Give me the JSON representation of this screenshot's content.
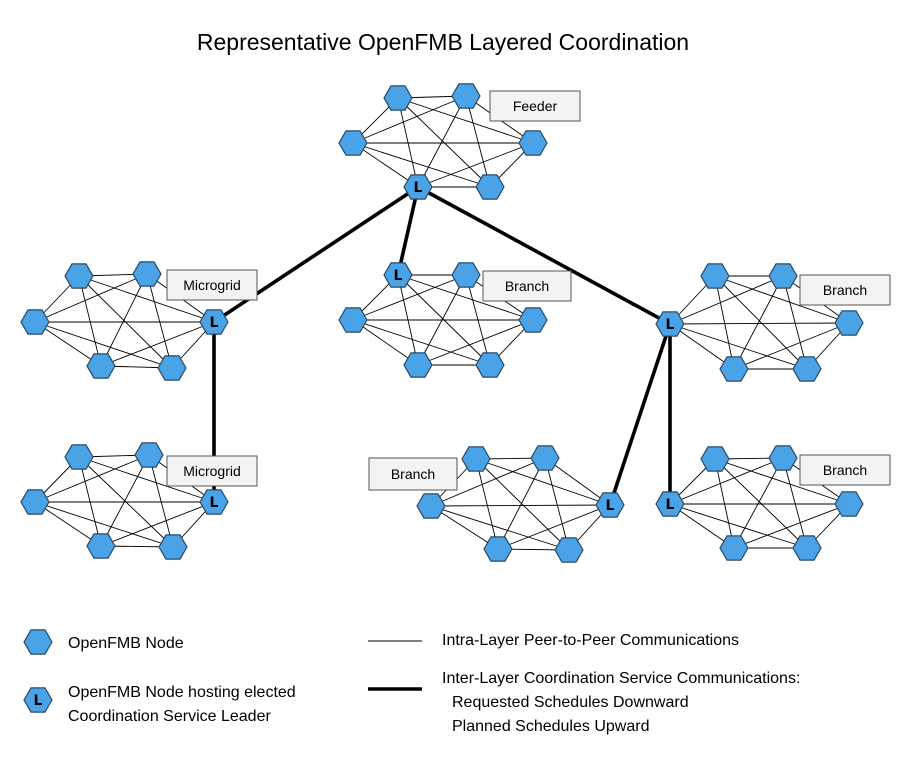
{
  "title": "Representative OpenFMB Layered Coordination",
  "leader_marker": "L",
  "clusters": [
    {
      "id": "feeder",
      "label": "Feeder"
    },
    {
      "id": "microgrid1",
      "label": "Microgrid"
    },
    {
      "id": "branch1",
      "label": "Branch"
    },
    {
      "id": "branch2",
      "label": "Branch"
    },
    {
      "id": "microgrid2",
      "label": "Microgrid"
    },
    {
      "id": "branch3",
      "label": "Branch"
    },
    {
      "id": "branch4",
      "label": "Branch"
    }
  ],
  "legend": {
    "node_label": "OpenFMB Node",
    "leader_label_line1": "OpenFMB Node hosting elected",
    "leader_label_line2": "Coordination Service Leader",
    "intra_label": "Intra-Layer Peer-to-Peer Communications",
    "inter_label_line1": "Inter-Layer Coordination Service Communications:",
    "inter_label_line2": "Requested Schedules Downward",
    "inter_label_line3": "Planned Schedules Upward"
  },
  "colors": {
    "node_fill": "#4aa3e6",
    "node_stroke": "#2a4a66",
    "label_box_fill": "#f3f3f3"
  }
}
